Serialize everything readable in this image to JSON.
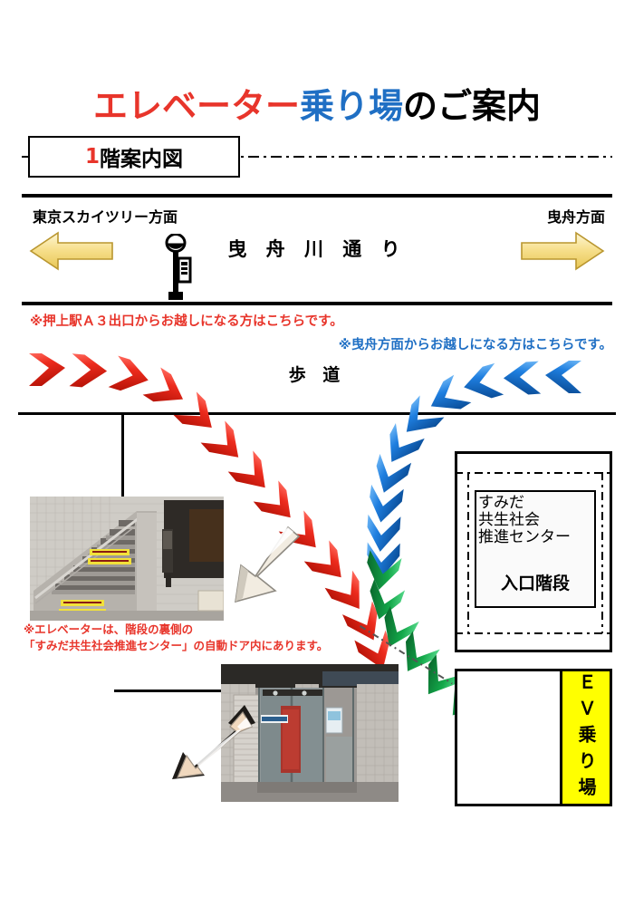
{
  "document": {
    "title_parts": [
      {
        "text": "エレベーター",
        "color": "#e8352b"
      },
      {
        "text": "乗り場",
        "color": "#1f6fc4"
      },
      {
        "text": "のご案内",
        "color": "#000000"
      }
    ],
    "title_full": "エレベーター乗り場のご案内",
    "floor_label": "1階案内図",
    "floor_label_number": "1",
    "floor_label_rest": "階案内図"
  },
  "road": {
    "name": "曳 舟 川 通 り",
    "left_direction": "東京スカイツリー方面",
    "right_direction": "曳舟方面",
    "left_arrow_icon": "arrow-left-icon",
    "right_arrow_icon": "arrow-right-icon",
    "lamp_icon": "street-lamp-icon",
    "arrow_color": "#f5e08a"
  },
  "sidewalk": {
    "label": "歩 道",
    "note_from_oshiage": "※押上駅Ａ３出口からお越しになる方はこちらです。",
    "note_from_hikifune": "※曳舟方面からお越しになる方はこちらです。",
    "note_oshiage_color": "#e8352b",
    "note_hikifune_color": "#1f6fc4"
  },
  "routes": {
    "red": {
      "name": "route-from-oshiage",
      "color": "#e8352b",
      "chevron_count": 13
    },
    "blue": {
      "name": "route-from-hikifune",
      "color": "#1f7fe0",
      "chevron_count": 11
    },
    "green": {
      "name": "route-to-elevator",
      "color": "#15a84a",
      "chevron_count": 10
    }
  },
  "building": {
    "name_lines": [
      "すみだ",
      "共生社会",
      "推進センター"
    ],
    "entrance_label": "入口階段"
  },
  "elevator": {
    "label_chars": "ＥＶ乗り場",
    "box_color": "#FFFF00"
  },
  "photos": {
    "stairs": {
      "alt": "entrance-staircase-photo"
    },
    "entrance": {
      "alt": "automatic-door-entrance-photo"
    },
    "caption_line1": "※エレベーターは、階段の裏側の",
    "caption_line2": "「すみだ共生社会推進センター」の自動ドア内にあります。",
    "caption_color": "#e8352b"
  }
}
